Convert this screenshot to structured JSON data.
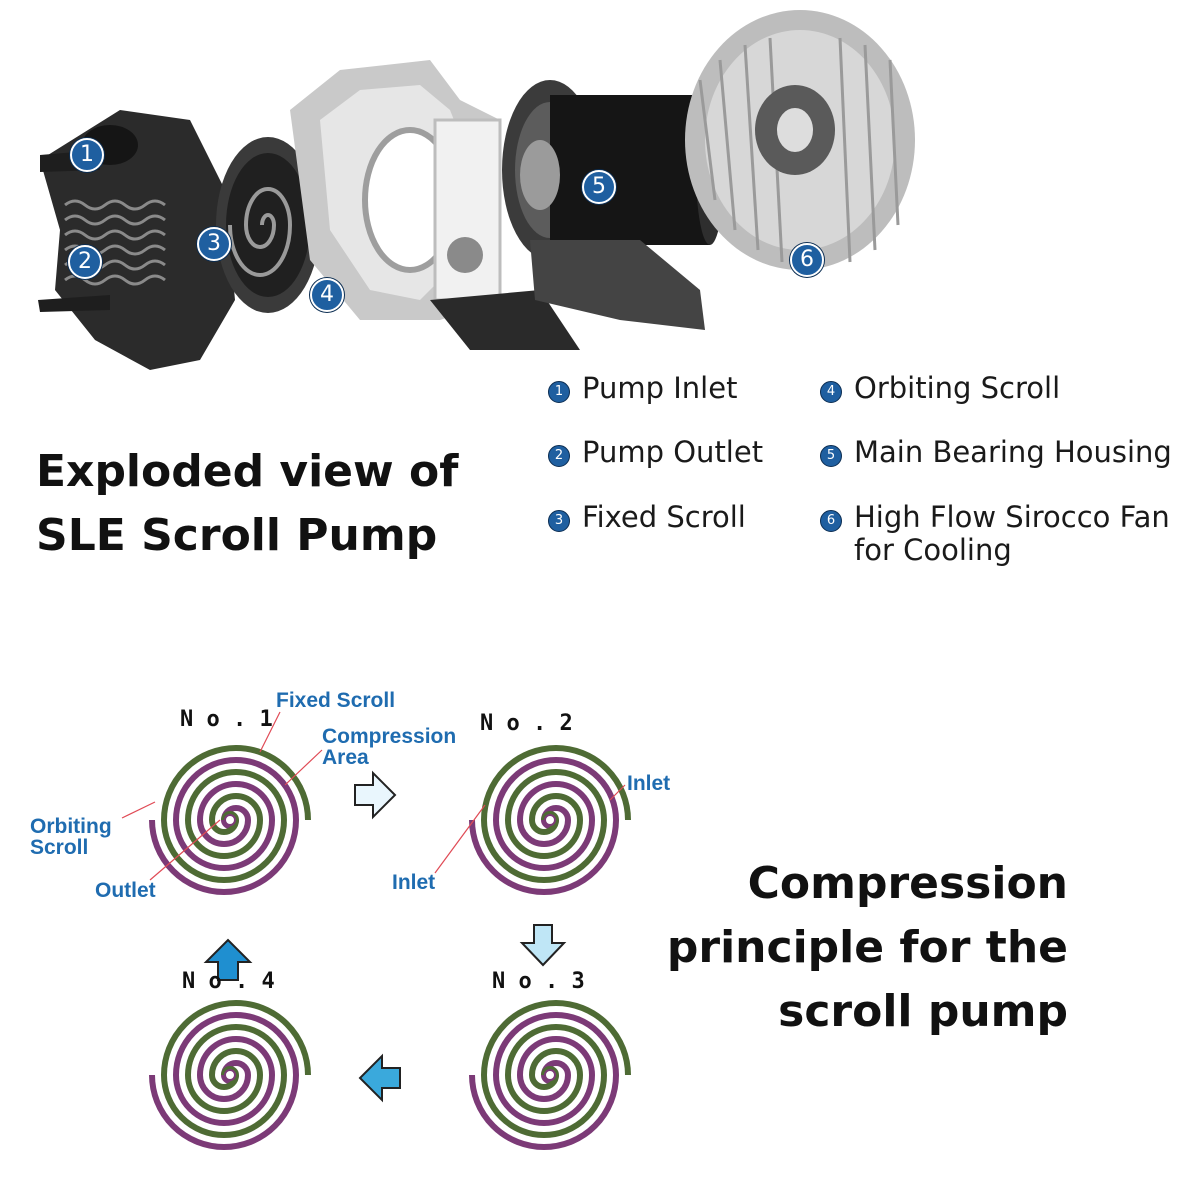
{
  "exploded_view": {
    "title": "Exploded view of\nSLE Scroll Pump",
    "markers": [
      "1",
      "2",
      "3",
      "4",
      "5",
      "6"
    ],
    "legend": [
      {
        "num": "1",
        "label": "Pump Inlet"
      },
      {
        "num": "2",
        "label": "Pump Outlet"
      },
      {
        "num": "3",
        "label": "Fixed Scroll"
      },
      {
        "num": "4",
        "label": "Orbiting Scroll"
      },
      {
        "num": "5",
        "label": "Main Bearing Housing"
      },
      {
        "num": "6",
        "label": "High Flow Sirocco Fan\nfor Cooling"
      }
    ]
  },
  "compression": {
    "title": "Compression\nprinciple for the\nscroll pump",
    "stages": [
      "N o . 1",
      "N o . 2",
      "N o . 3",
      "N o . 4"
    ],
    "labels": {
      "fixed_scroll": "Fixed Scroll",
      "compression_area": "Compression\nArea",
      "orbiting_scroll": "Orbiting\nScroll",
      "outlet": "Outlet",
      "inlet_1": "Inlet",
      "inlet_2": "Inlet"
    }
  },
  "colors": {
    "marker": "#1f5fa0",
    "fixed_scroll": "#7c3a77",
    "orbiting_scroll": "#4e6b34",
    "label_blue": "#1f6cb0",
    "gas_light": "#bfe6f6",
    "gas_mid": "#7ccbee",
    "gas_dark": "#3aa9dc"
  }
}
